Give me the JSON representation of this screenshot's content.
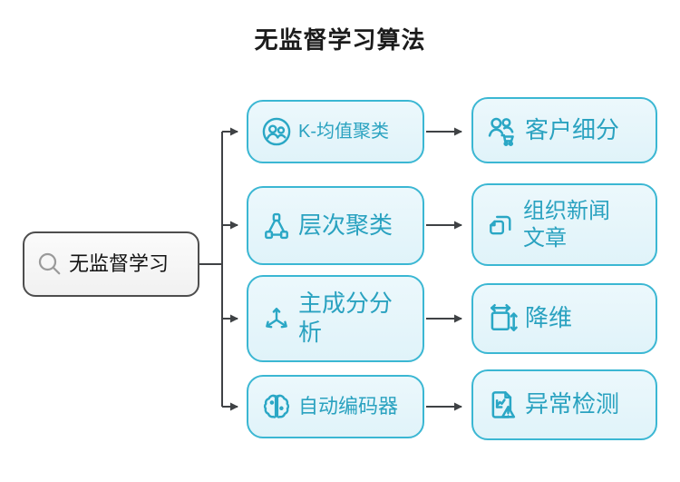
{
  "title": "无监督学习算法",
  "root": {
    "label": "无监督学习",
    "icon": "search-icon"
  },
  "rows": [
    {
      "algorithm": {
        "label": "K-均值聚类",
        "icon": "kmeans-cluster-icon"
      },
      "application": {
        "label": "客户细分",
        "icon": "customer-segmentation-icon"
      }
    },
    {
      "algorithm": {
        "label": "层次聚类",
        "icon": "hierarchy-tree-icon"
      },
      "application": {
        "label": "组织新闻文章",
        "icon": "stacked-articles-icon"
      }
    },
    {
      "algorithm": {
        "label": "主成分分析",
        "icon": "pca-axes-icon"
      },
      "application": {
        "label": "降维",
        "icon": "dimension-resize-icon"
      }
    },
    {
      "algorithm": {
        "label": "自动编码器",
        "icon": "brain-circuit-icon"
      },
      "application": {
        "label": "异常检测",
        "icon": "anomaly-report-icon"
      }
    }
  ],
  "colors": {
    "background": "#ffffff",
    "title_text": "#1c1c1c",
    "node_border": "#3bb7d3",
    "node_background": "#e7f6fb",
    "node_text": "#2aa2c0",
    "root_border": "#4d4d4d",
    "root_background": "#f8f8f8",
    "root_text": "#141414",
    "root_icon_gray": "#9a9a9a",
    "connector": "#3f4245"
  }
}
